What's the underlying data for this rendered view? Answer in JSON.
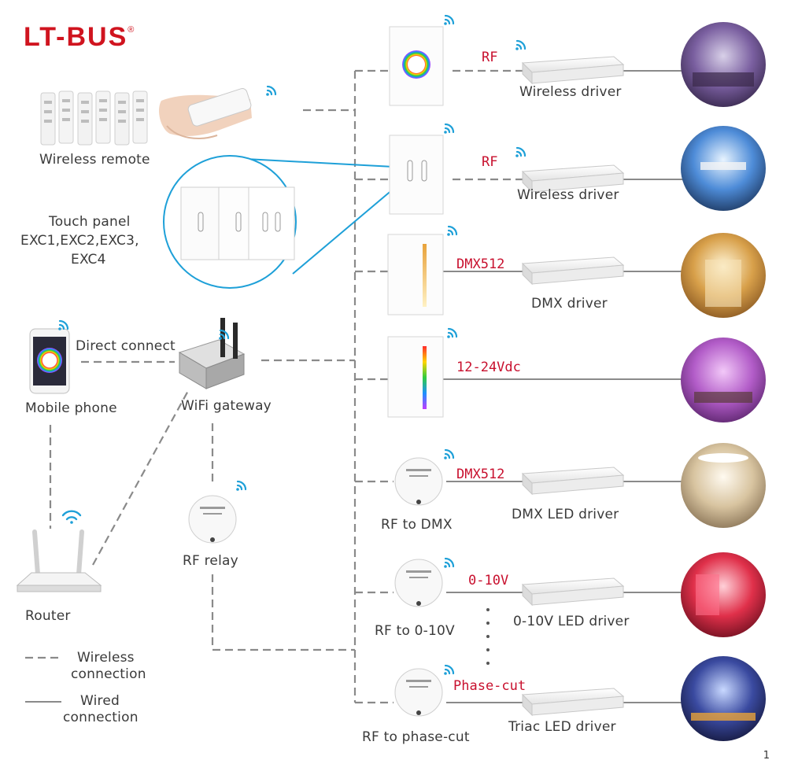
{
  "brand": {
    "name": "LT-BUS",
    "mark": "®",
    "color": "#d0141f"
  },
  "left_nodes": {
    "remote": "Wireless remote",
    "touch_panel_title": "Touch panel",
    "touch_panel_models": "EXC1,EXC2,EXC3,",
    "touch_panel_models2": "EXC4",
    "mobile": "Mobile phone",
    "direct": "Direct connect",
    "gateway": "WiFi gateway",
    "relay": "RF relay",
    "router": "Router"
  },
  "legend": {
    "wireless_1": "Wireless",
    "wireless_2": "connection",
    "wired_1": "Wired",
    "wired_2": "connection"
  },
  "rows": [
    {
      "device": "rgb-panel",
      "signal": "RF",
      "driver": "Wireless driver",
      "scene": "cinema"
    },
    {
      "device": "dual-panel",
      "signal": "RF",
      "driver": "Wireless driver",
      "scene": "living-room"
    },
    {
      "device": "dmx-panel",
      "signal": "DMX512",
      "driver": "DMX driver",
      "scene": "hall"
    },
    {
      "device": "voltage-panel",
      "signal": "12-24Vdc",
      "driver": "",
      "scene": "bedroom"
    },
    {
      "device": "rf-to-dmx",
      "signal": "DMX512",
      "driver": "DMX LED driver",
      "scene": "ceiling-room",
      "converter": "RF to DMX"
    },
    {
      "device": "rf-to-010v",
      "signal": "0-10V",
      "driver": "0-10V LED driver",
      "scene": "red-room",
      "converter": "RF to 0-10V"
    },
    {
      "device": "rf-to-phase",
      "signal": "Phase-cut",
      "driver": "Triac LED driver",
      "scene": "bar",
      "converter": "RF to phase-cut"
    }
  ],
  "page_number": "1",
  "colors": {
    "wireless_line": "#8a8a8a",
    "wired_line": "#8a8a8a",
    "accent_blue": "#1ea0d8",
    "signal_red": "#c8102e"
  },
  "icons": [
    "wifi-icon",
    "remote-icon",
    "touch-panel-icon",
    "phone-icon",
    "gateway-icon",
    "router-icon",
    "relay-icon",
    "driver-icon"
  ]
}
